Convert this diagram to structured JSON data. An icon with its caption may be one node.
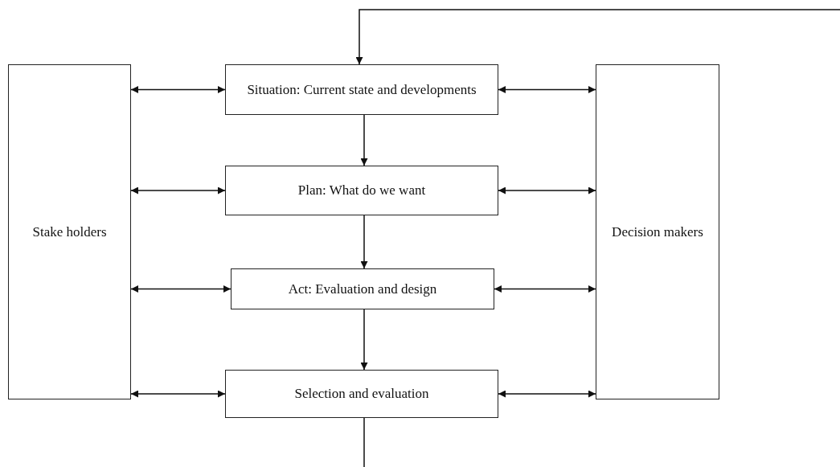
{
  "diagram": {
    "nodes": [
      {
        "text": [
          "Stake holders"
        ]
      },
      {
        "text": [
          "Situation: Current state and developments"
        ]
      },
      {
        "text": [
          "Decision makers"
        ]
      },
      {
        "text": [
          "Plan: What do we want"
        ]
      },
      {
        "text": [
          "Act: Evaluation and design"
        ]
      },
      {
        "text": [
          "Selection and evaluation"
        ]
      }
    ],
    "edges": [
      {
        "from": 0,
        "to": 1,
        "arrow": "both"
      },
      {
        "from": 1,
        "to": 2,
        "arrow": "both"
      },
      {
        "from": 1,
        "to": 3,
        "arrow": "to"
      },
      {
        "from": 0,
        "to": 3,
        "arrow": "both"
      },
      {
        "from": 3,
        "to": 2,
        "arrow": "both"
      },
      {
        "from": 3,
        "to": 4,
        "arrow": "to"
      },
      {
        "from": 0,
        "to": 4,
        "arrow": "both"
      },
      {
        "from": 4,
        "to": 2,
        "arrow": "both"
      },
      {
        "from": 4,
        "to": 5,
        "arrow": "to"
      },
      {
        "from": 0,
        "to": 5,
        "arrow": "both"
      },
      {
        "from": 5,
        "to": 2,
        "arrow": "both"
      },
      {
        "from": null,
        "to": 1,
        "arrow": "to"
      },
      {
        "from": 5,
        "to": null,
        "arrow": "none"
      }
    ]
  }
}
